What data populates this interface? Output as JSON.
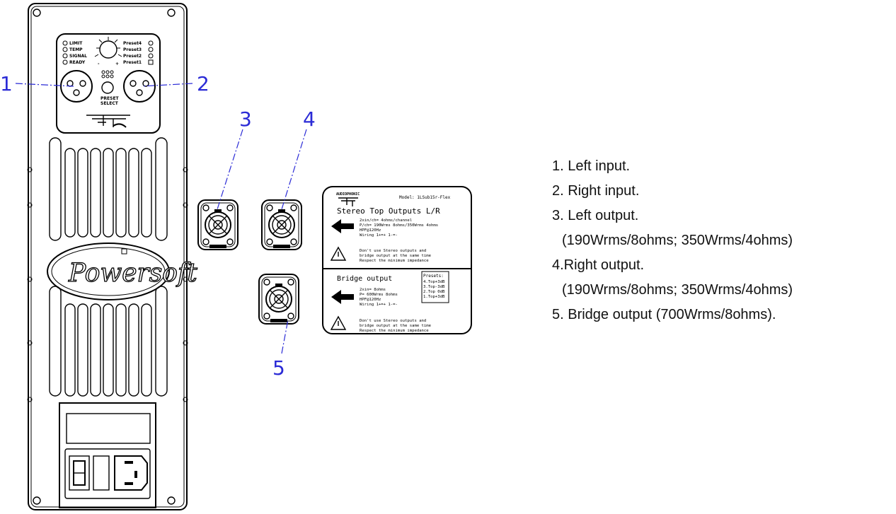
{
  "callouts": [
    "1",
    "2",
    "3",
    "4",
    "5"
  ],
  "panel": {
    "status_leds": [
      "LIMIT",
      "TEMP",
      "SIGNAL",
      "READY"
    ],
    "presets": [
      "Preset4",
      "Preset3",
      "Preset2",
      "Preset1"
    ],
    "knob_left_mark": "-",
    "knob_right_mark": "+",
    "preset_select": [
      "PRESET",
      "SELECT"
    ],
    "brand": "Powersoft"
  },
  "label_plate": {
    "header_small": "AUDIOPHONIC",
    "model": "Model: 1LSub15r-Flex",
    "top_title": "Stereo Top Outputs L/R",
    "top_specs": [
      "2xin/ch= 4ohms/channel",
      "P/ch= 190Wrms 8ohms/350Wrms 4ohms",
      "HPF@120Hz",
      "Wiring 1+=+ 1-=-"
    ],
    "warning_top": [
      "Don't use Stereo outputs and",
      "bridge output at the same time",
      "Respect the minimum impedance"
    ],
    "bridge_title": "Bridge output",
    "bridge_specs": [
      "2xin= 8ohms",
      "P= 600Wrms 8ohms",
      "HPF@120Hz",
      "Wiring 1+=+ 1-=-"
    ],
    "presets_title": "Presets:",
    "presets_list": [
      "4.Top+3dB",
      "3.Top-3dB",
      "2.Top 0dB",
      "1.Top+3dB"
    ],
    "warning_bottom": [
      "Don't use Stereo outputs and",
      "bridge output at the same time",
      "Respect the minimum impedance"
    ]
  },
  "legend": {
    "item1": "1. Left input.",
    "item2": "2. Right input.",
    "item3": "3. Left output.",
    "item3_detail": "(190Wrms/8ohms; 350Wrms/4ohms)",
    "item4": "4.Right output.",
    "item4_detail": "(190Wrms/8ohms; 350Wrms/4ohms)",
    "item5": "5. Bridge output (700Wrms/8ohms)."
  }
}
